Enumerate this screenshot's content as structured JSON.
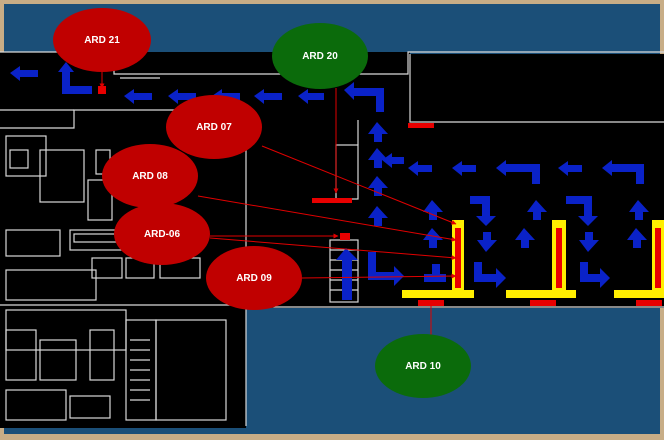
{
  "colors": {
    "frame": "#c8ad86",
    "sea": "#1b4f78",
    "floor": "#000000",
    "wall": "#d9d9d9",
    "arrow": "#0a22c8",
    "red_node": "#c00000",
    "green_node": "#0b6b0b",
    "connector": "#e00000",
    "marker": "#e80000",
    "yellow_unit": "#ffee00"
  },
  "nodes": [
    {
      "id": "ard21",
      "label": "ARD 21",
      "kind": "red"
    },
    {
      "id": "ard20",
      "label": "ARD 20",
      "kind": "green"
    },
    {
      "id": "ard07",
      "label": "ARD 07",
      "kind": "red"
    },
    {
      "id": "ard08",
      "label": "ARD 08",
      "kind": "red"
    },
    {
      "id": "ard06",
      "label": "ARD-06",
      "kind": "red"
    },
    {
      "id": "ard09",
      "label": "ARD 09",
      "kind": "red"
    },
    {
      "id": "ard10",
      "label": "ARD 10",
      "kind": "green"
    }
  ]
}
